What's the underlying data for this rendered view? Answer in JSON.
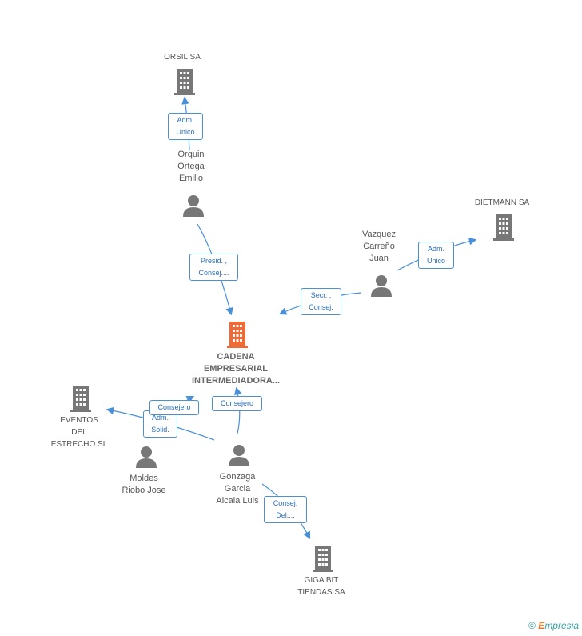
{
  "colors": {
    "edge": "#4a90d9",
    "node": "#777777",
    "center": "#f06a35"
  },
  "nodes": {
    "orsil": "ORSIL SA",
    "orquin": [
      "Orquin",
      "Ortega",
      "Emilio"
    ],
    "dietmann": "DIETMANN SA",
    "vazquez": [
      "Vazquez",
      "Carreño",
      "Juan"
    ],
    "cadena": [
      "CADENA",
      "EMPRESARIAL",
      "INTERMEDIADORA..."
    ],
    "eventos": [
      "EVENTOS",
      "DEL",
      "ESTRECHO SL"
    ],
    "moldes": [
      "Moldes",
      "Riobo Jose"
    ],
    "gonzaga": [
      "Gonzaga",
      "Garcia",
      "Alcala Luis"
    ],
    "gigabit": [
      "GIGA BIT",
      "TIENDAS SA"
    ]
  },
  "edges": {
    "adm_unico_orsil": [
      "Adm.",
      "Unico"
    ],
    "presid": [
      "Presid. ,",
      "Consej...."
    ],
    "adm_unico_dietmann": [
      "Adm.",
      "Unico"
    ],
    "secr": [
      "Secr. ,",
      "Consej."
    ],
    "consejero_eventos": "Consejero",
    "adm_solid": [
      "Adm.",
      "Solid."
    ],
    "consejero_cadena": "Consejero",
    "consej_del": [
      "Consej.",
      "Del...."
    ]
  },
  "credit": {
    "symbol": "©",
    "brand_first": "E",
    "brand_rest": "mpresia"
  }
}
